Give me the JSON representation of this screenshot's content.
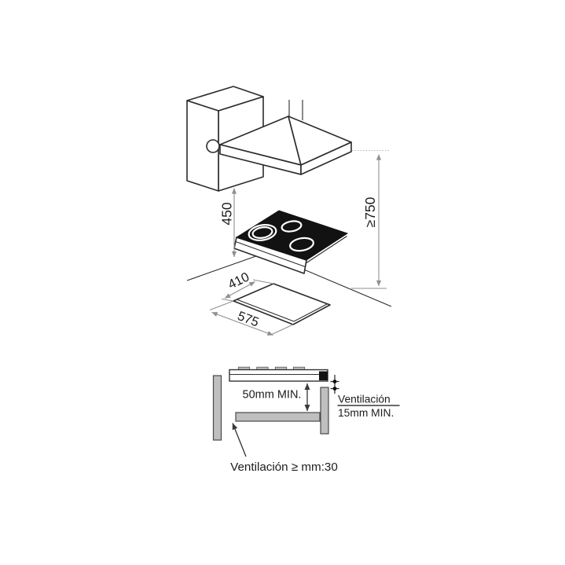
{
  "installation_view": {
    "dim_cabinet_to_counter": "450",
    "dim_hood_to_counter": "≥750",
    "dim_cutout_depth": "410",
    "dim_cutout_width": "575"
  },
  "section_view": {
    "clearance_label": "50mm MIN.",
    "side_vent_label_line1": "Ventilación",
    "side_vent_label_line2": "15mm MIN.",
    "bottom_vent_label": "Ventilación ≥ mm:30"
  },
  "colors": {
    "outline": "#2b2b2b",
    "dimension_gray": "#8f8f8f",
    "cooktop_black": "#121212",
    "panel_gray": "#bfbfbf",
    "background": "#ffffff"
  }
}
